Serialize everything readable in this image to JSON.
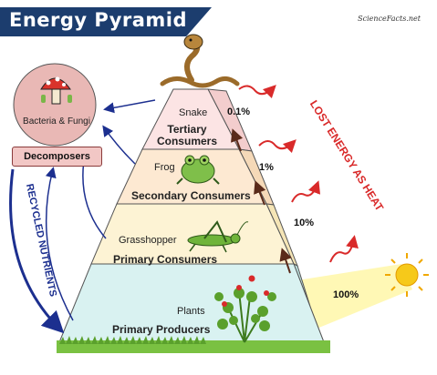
{
  "header": {
    "title": "Energy Pyramid",
    "brand": "ScienceFacts.net"
  },
  "levels": [
    {
      "organism": "Snake",
      "role": "Tertiary Consumers",
      "energy": "0.1%"
    },
    {
      "organism": "Frog",
      "role": "Secondary Consumers",
      "energy": "1%"
    },
    {
      "organism": "Grasshopper",
      "role": "Primary Consumers",
      "energy": "10%"
    },
    {
      "organism": "Plants",
      "role": "Primary Producers",
      "energy": "100%"
    }
  ],
  "decomposers": {
    "organisms": "Bacteria & Fungi",
    "label": "Decomposers"
  },
  "recycled_label": "RECYCLED NUTRIENTS",
  "heat_label": "LOST ENERGY AS HEAT",
  "colors": {
    "banner": "#1c3d6e",
    "tertiary_layer": "#fce4e4",
    "secondary_layer": "#fde9d2",
    "primary_layer": "#fdf3d4",
    "producer_layer": "#d9f2f1",
    "heat_arrow": "#d92a2a",
    "recycle_arrow": "#1c2f8f",
    "sun": "#f6c91a"
  }
}
